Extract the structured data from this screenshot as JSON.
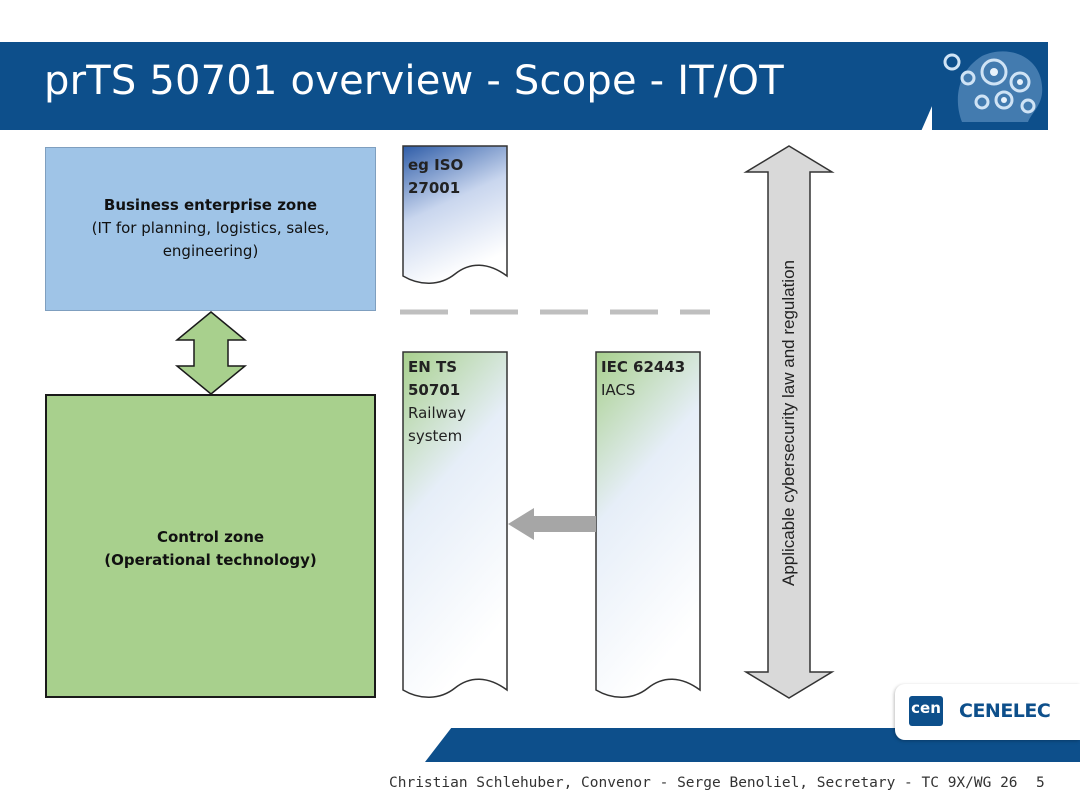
{
  "title": "prTS 50701 overview - Scope - IT/OT",
  "zones": {
    "business": {
      "title": "Business enterprise zone",
      "subtitle": "(IT for planning, logistics, sales, engineering)"
    },
    "control": {
      "title": "Control zone",
      "subtitle": "(Operational technology)"
    }
  },
  "standards": {
    "iso": {
      "name": "eg ISO 27001"
    },
    "ents": {
      "name_line1": "EN TS",
      "name_line2": "50701",
      "desc_line1": "Railway",
      "desc_line2": "system"
    },
    "iec": {
      "name": "IEC 62443",
      "desc": "IACS"
    }
  },
  "vertical_label": "Applicable cybersecurity law and regulation",
  "logo": {
    "cen": "cen",
    "cenelec": "CENELEC"
  },
  "footer": {
    "credits": "Christian Schlehuber, Convenor -  Serge Benoliel, Secretary -  TC 9X/WG 26",
    "page": "5"
  },
  "colors": {
    "brand_blue": "#0d4f8b",
    "business_fill": "#9fc4e7",
    "control_fill": "#a8d08d",
    "arrow_green": "#a8d08d",
    "arrow_gray": "#a6a6a6",
    "dash_gray": "#bfbfbf"
  }
}
